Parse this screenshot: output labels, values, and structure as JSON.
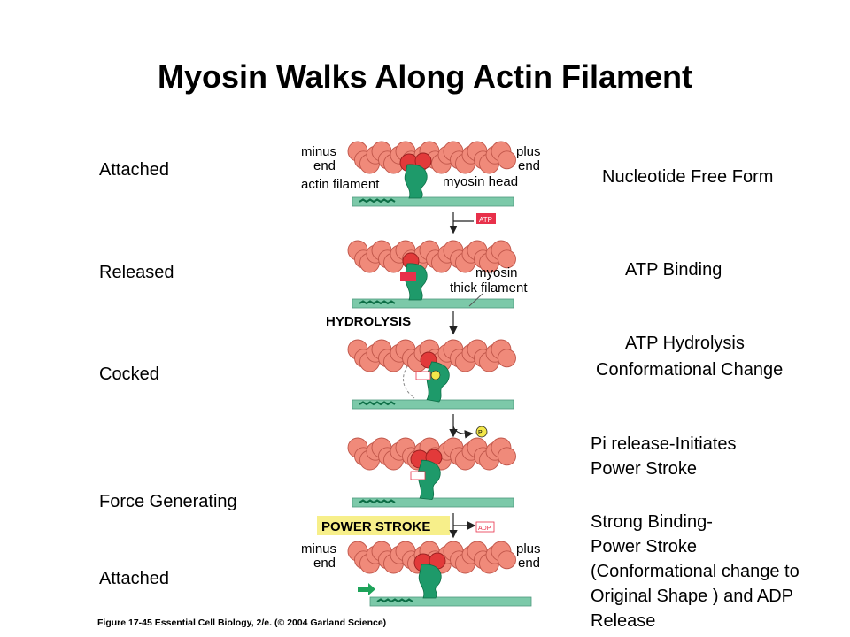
{
  "title": "Myosin Walks Along Actin Filament",
  "left_labels": [
    "Attached",
    "Released",
    "Cocked",
    "Force Generating",
    "Attached"
  ],
  "right_labels": {
    "nucleotide_free": "Nucleotide Free Form",
    "atp_binding": "ATP Binding",
    "atp_hydrolysis_line1": "ATP Hydrolysis",
    "atp_hydrolysis_line2": "Conformational Change",
    "pi_release_line1": "Pi release-Initiates",
    "pi_release_line2": "Power Stroke",
    "strong_line1": "Strong Binding-",
    "strong_line2": "Power Stroke",
    "strong_line3": "(Conformational change to",
    "strong_line4": "Original Shape ) and ADP",
    "strong_line5": "Release"
  },
  "figure_labels": {
    "minus_end_1": "minus",
    "minus_end_2": "end",
    "plus_end_1": "plus",
    "plus_end_2": "end",
    "actin_filament": "actin filament",
    "myosin_head": "myosin head",
    "myosin_1": "myosin",
    "myosin_2": "thick filament",
    "hydrolysis": "HYDROLYSIS",
    "power_stroke": "POWER STROKE",
    "atp": "ATP",
    "adp": "ADP",
    "pi": "Pi"
  },
  "caption": "Figure 17-45  Essential Cell Biology, 2/e. (© 2004 Garland Science)",
  "colors": {
    "actin": "#f08a7a",
    "actin_outline": "#c0564a",
    "actin_bound": "#e23a3a",
    "myosin": "#1e9a6a",
    "filament": "#7cc9a9",
    "atp_badge": "#e8304a",
    "pi_badge": "#f2e64a",
    "power_stroke_bg": "#f7ef8a",
    "arrow": "#1ea35a"
  }
}
